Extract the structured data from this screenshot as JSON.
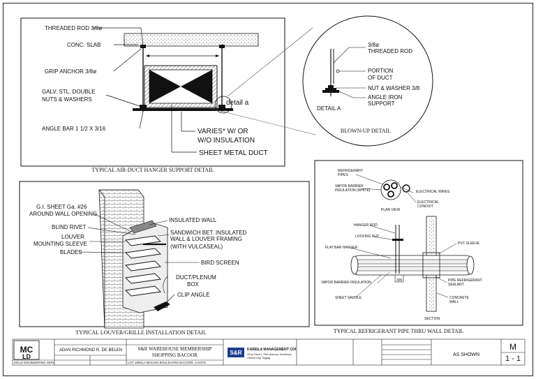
{
  "hanger": {
    "caption": "TYPICAL AIR-DUCT HANGER SUPPORT DETAIL",
    "threaded_rod": "THREADED ROD 3/8ø",
    "conc_slab": "CONC. SLAB",
    "grip_anchor": "GRIP ANCHOR 3/8ø",
    "galv_line1": "GALV. STL. DOUBLE",
    "galv_line2": "NUTS & WASHERS",
    "angle_bar": "ANGLE BAR 1 1/2 X 3/16",
    "detail_a": "detail a",
    "varies_line1": "VARIES* W/ OR",
    "varies_line2": "W/O INSULATION",
    "sheet_metal": "SHEET METAL DUCT"
  },
  "blown": {
    "caption": "BLOWN-UP DETAIL",
    "rod_line1": "3/8ø",
    "rod_line2": "THREADED ROD",
    "portion_line1": "PORTION",
    "portion_line2": "OF DUCT",
    "nut": "NUT & WASHER 3/8",
    "angle_line1": "ANGLE IRON",
    "angle_line2": "SUPPORT",
    "detail_label": "DETAIL A"
  },
  "louver": {
    "caption": "TYPICAL LOUVER/GRILLE INSTALLATION DETAIL",
    "gi_line1": "G.I. SHEET Ga. #26",
    "gi_line2": "AROUND WALL OPENING",
    "blind_rivet": "BLIND RIVET",
    "mount_line1": "LOUVER",
    "mount_line2": "MOUNTING SLEEVE",
    "blades": "BLADES",
    "insulated_wall": "INSULATED WALL",
    "sandwich_line1": "SANDWICH BET. INSULATED",
    "sandwich_line2": "WALL & LOUVER FRAMING",
    "sandwich_line3": "(WITH VULCASEAL)",
    "bird_screen": "BIRD SCREEN",
    "duct_line1": "DUCT/PLENUM",
    "duct_line2": "BOX",
    "clip_angle": "CLIP ANGLE"
  },
  "refrig": {
    "caption": "TYPICAL REFRIGERANT PIPE THRU WALL  DETAIL",
    "pipes_line1": "REFRIGERANT",
    "pipes_line2": "PIPES",
    "vapor_line1": "VAPOR BARRIER",
    "vapor_line2": "INSULATION (WHITE)",
    "elec_wires": "ELECTRICAL WIRES",
    "elec_cond_line1": "ELECTRICAL",
    "elec_cond_line2": "CONDUIT",
    "plan_view": "PLAN VIEW",
    "hanger_rod": "HANGER ROD",
    "locking_nut": "LOCKING NUT",
    "flat_bar": "FLAT BAR HANGER",
    "pvc_sleeve": "PVC SLEEVE",
    "vapor_ins": "VAPOR BARRIER INSULATION",
    "dim": "300",
    "pipe_sealant_line1": "PIPE REFRIGERANT",
    "pipe_sealant_line2": "SEALANT",
    "sheet_saddle": "SHEET SADDLE",
    "concrete_line1": "CONCRETE",
    "concrete_line2": "WALL",
    "section": "SECTION"
  },
  "title_block": {
    "firm": "MCLD ENGINEERING SERVICES",
    "engineer": "ADAN RICHMOND R. DE BELEN",
    "project_line1": "S&R WAREHOUSE MEMBERSHIP",
    "project_line2": "SHOPPING BACOOR",
    "location": "LOT 1800LA MOLINO BOULEVARD BACOOR, CAVITE",
    "owner_logo": "S&R",
    "owner_name": "KAREILA MANAGEMENT CORP.",
    "owner_addr1": "32nd Street, 79th Avenue, Bonifacio",
    "owner_addr2": "Global City, Taguig",
    "scale": "AS SHOWN",
    "sheet_letter": "M",
    "sheet_no": "1 - 1"
  }
}
